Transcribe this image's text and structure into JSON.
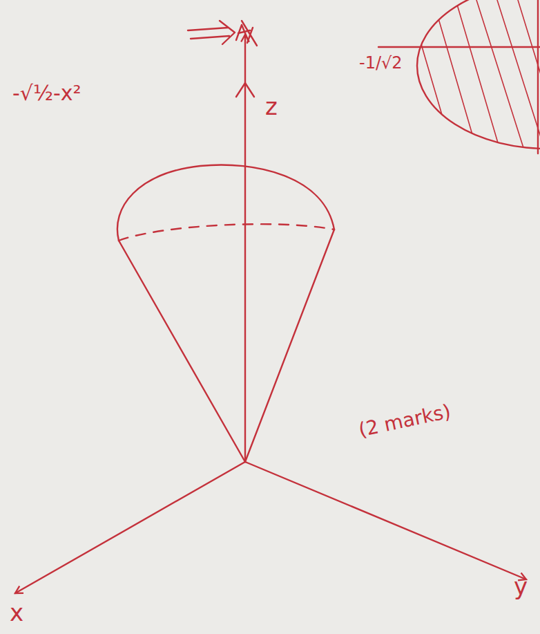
{
  "diagram": {
    "labels": [
      "-√½-x²",
      "-1/√2",
      "z",
      "(2 marks)",
      "x",
      "y"
    ]
  }
}
